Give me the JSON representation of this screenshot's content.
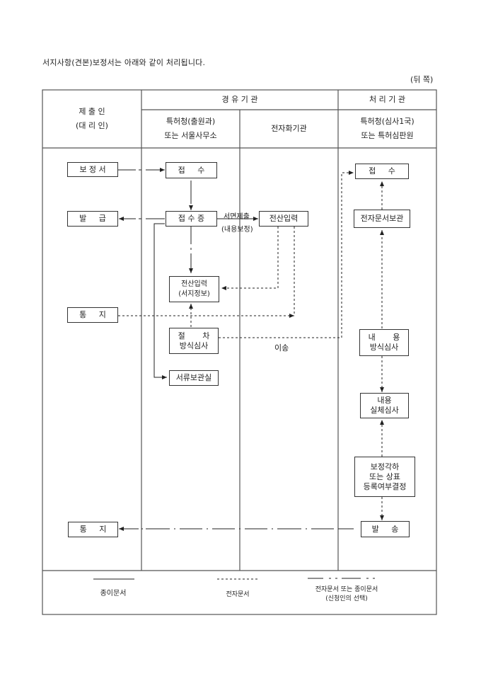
{
  "intro_text": "서지사항(견본)보정서는 아래와 같이 처리됩니다.",
  "page_side": "(뒤 쪽)",
  "header": {
    "submitter": {
      "line1": "제 출 인",
      "line2": "(대 리 인)"
    },
    "relay_org": "경   유   기   관",
    "relay_sub1": {
      "line1": "특허청(출원과)",
      "line2": "또는 서울사무소"
    },
    "relay_sub2": "전자화기관",
    "process_org": "처   리   기   관",
    "process_sub": {
      "line1": "특허청(심사1국)",
      "line2": "또는 특허심판원"
    }
  },
  "boxes": {
    "amendment": "보 정 서",
    "issue": "발     급",
    "notice1": "통     지",
    "notice2": "통     지",
    "receipt1": "접     수",
    "receipt_cert": "접 수 증",
    "data_entry_biblio": {
      "line1": "전산입력",
      "line2": "(서지정보)"
    },
    "formality_review": {
      "line1": "절       차",
      "line2": "방식심사"
    },
    "archive_room": "서류보관실",
    "data_entry": "전산입력",
    "receipt2": "접     수",
    "e_doc_storage": "전자문서보관",
    "content_format_review": {
      "line1": "내       용",
      "line2": "방식심사"
    },
    "content_substantive_review": {
      "line1": "내용",
      "line2": "실체심사"
    },
    "decision": {
      "line1": "보정각하",
      "line2": "또는 상표",
      "line3": "등록여부결정"
    },
    "dispatch": "발     송"
  },
  "labels": {
    "written_submission": "서면제출",
    "content_amendment": "(내용보정)",
    "transfer": "이송"
  },
  "legend": {
    "paper": "종이문서",
    "electronic": "전자문서",
    "either": {
      "line1": "전자문서 또는 종이문서",
      "line2": "(신청인의 선택)"
    }
  }
}
